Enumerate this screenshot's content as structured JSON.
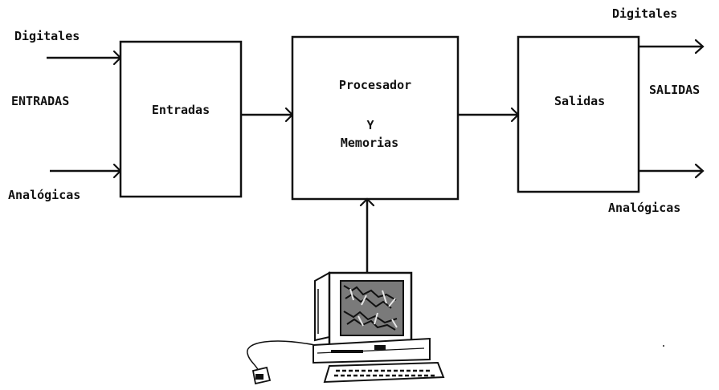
{
  "inputs": {
    "digital_label": "Digitales",
    "group_label": "ENTRADAS",
    "analog_label": "Analógicas"
  },
  "blocks": {
    "entradas": "Entradas",
    "procesador_line1": "Procesador",
    "procesador_line2": "Y",
    "procesador_line3": "Memorias",
    "salidas": "Salidas"
  },
  "outputs": {
    "digital_label": "Digitales",
    "group_label": "SALIDAS",
    "analog_label": "Analógicas"
  },
  "icons": {
    "computer": "computer-terminal-icon"
  }
}
